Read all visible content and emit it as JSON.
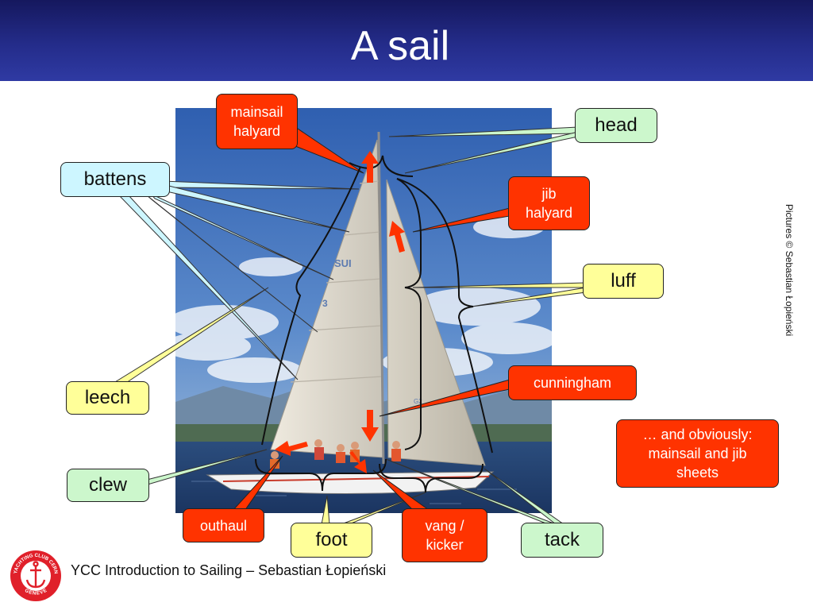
{
  "slide": {
    "title": "A sail",
    "credit": "Pictures © Sebastian Łopieński",
    "footer": "YCC Introduction to Sailing – Sebastian Łopieński"
  },
  "labels": {
    "mainsail_halyard": "mainsail\nhalyard",
    "head": "head",
    "battens": "battens",
    "jib_halyard": "jib\nhalyard",
    "luff": "luff",
    "leech": "leech",
    "cunningham": "cunningham",
    "sheets_note": "… and obviously:\nmainsail and jib\nsheets",
    "clew": "clew",
    "outhaul": "outhaul",
    "foot": "foot",
    "vang": "vang /\nkicker",
    "tack": "tack"
  },
  "photo": {
    "sail_number": "SUI",
    "sail_number_small": "3",
    "jib_mark": "G2"
  },
  "logo": {
    "top_text": "YACHTING CLUB CERN",
    "bottom_text": "GENEVE"
  },
  "colors": {
    "header": "#242c8a",
    "red_label": "#ff3300",
    "blue_label": "#cdf6ff",
    "yellow_label": "#ffff99",
    "green_label": "#ccf7cc"
  }
}
